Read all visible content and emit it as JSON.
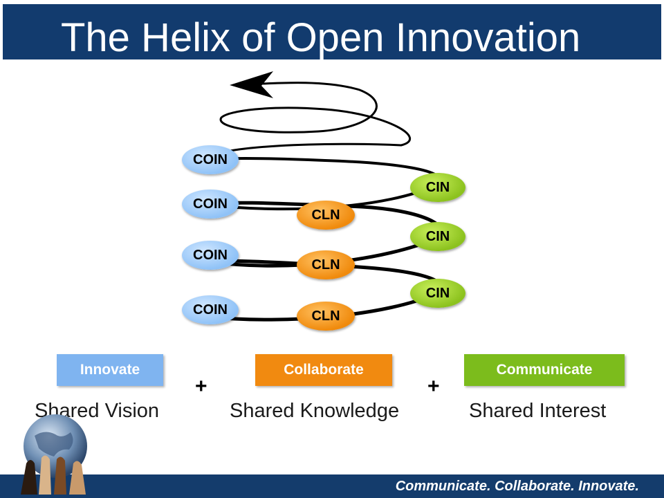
{
  "title": "The Helix of Open Innovation",
  "helix": {
    "coin_nodes": [
      "COIN",
      "COIN",
      "COIN",
      "COIN"
    ],
    "cln_nodes": [
      "CLN",
      "CLN",
      "CLN"
    ],
    "cin_nodes": [
      "CIN",
      "CIN",
      "CIN"
    ]
  },
  "pillars": [
    {
      "label": "Innovate",
      "subtitle": "Shared Vision",
      "color": "#7fb4f0"
    },
    {
      "label": "Collaborate",
      "subtitle": "Shared Knowledge",
      "color": "#f18a10"
    },
    {
      "label": "Communicate",
      "subtitle": "Shared Interest",
      "color": "#7cbc1c"
    }
  ],
  "operators": [
    "+",
    "+"
  ],
  "footer": {
    "tagline": "Communicate. Collaborate. Innovate."
  },
  "colors": {
    "header": "#123b6e",
    "footer": "#143c6c"
  }
}
